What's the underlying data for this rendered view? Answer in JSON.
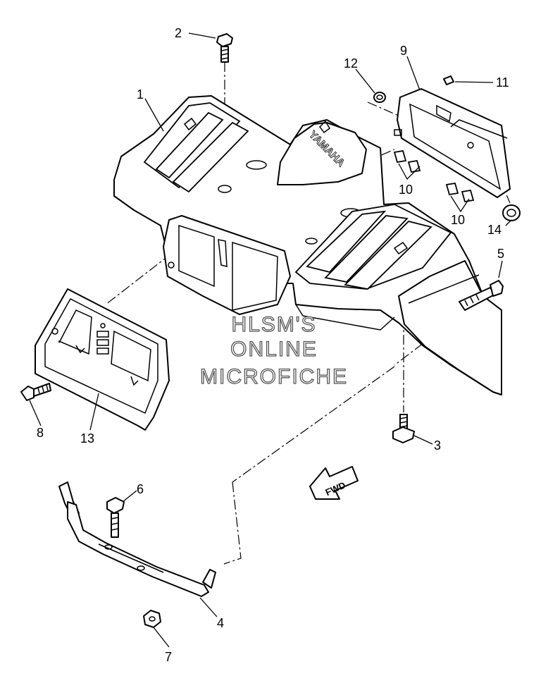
{
  "watermark": [
    "HLSM'S",
    "ONLINE",
    "MICROFICHE"
  ],
  "brand_text": "YAMAHA",
  "fwd_label": "FWD",
  "callouts": [
    "1",
    "2",
    "3",
    "4",
    "5",
    "6",
    "7",
    "8",
    "9",
    "10",
    "10",
    "11",
    "12",
    "13",
    "14"
  ]
}
